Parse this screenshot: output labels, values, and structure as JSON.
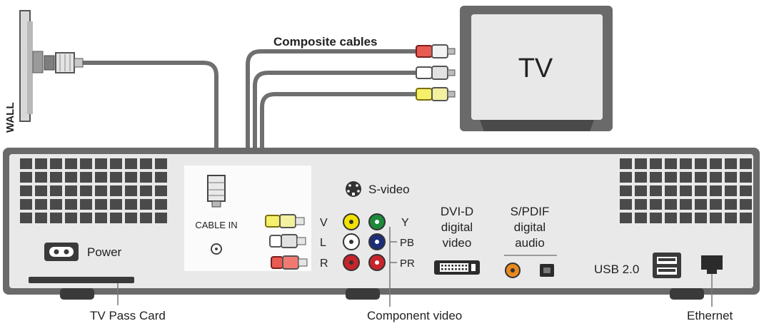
{
  "wall": {
    "label": "WALL"
  },
  "tv": {
    "label": "TV"
  },
  "cables": {
    "composite_label": "Composite cables"
  },
  "ports": {
    "cable_in": "CABLE IN",
    "s_video": "S-video",
    "composite_v": "V",
    "composite_l": "L",
    "composite_r": "R",
    "component_y": "Y",
    "component_pb": "PB",
    "component_pr": "PR",
    "dvi_line1": "DVI-D",
    "dvi_line2": "digital",
    "dvi_line3": "video",
    "spdif_line1": "S/PDIF",
    "spdif_line2": "digital",
    "spdif_line3": "audio",
    "usb": "USB 2.0",
    "power": "Power"
  },
  "callouts": {
    "tv_pass_card": "TV Pass Card",
    "component_video": "Component video",
    "ethernet": "Ethernet"
  },
  "colors": {
    "panel": "#e8e8e8",
    "panel_border": "#6a6a6a",
    "cable": "#6f6f6f",
    "vent": "#4a4a4a",
    "red": "#c8242b",
    "yellow": "#f2e200",
    "white": "#f4f4f4",
    "green": "#1c8a3a",
    "blue": "#1d2d7a",
    "orange": "#e8891e"
  }
}
